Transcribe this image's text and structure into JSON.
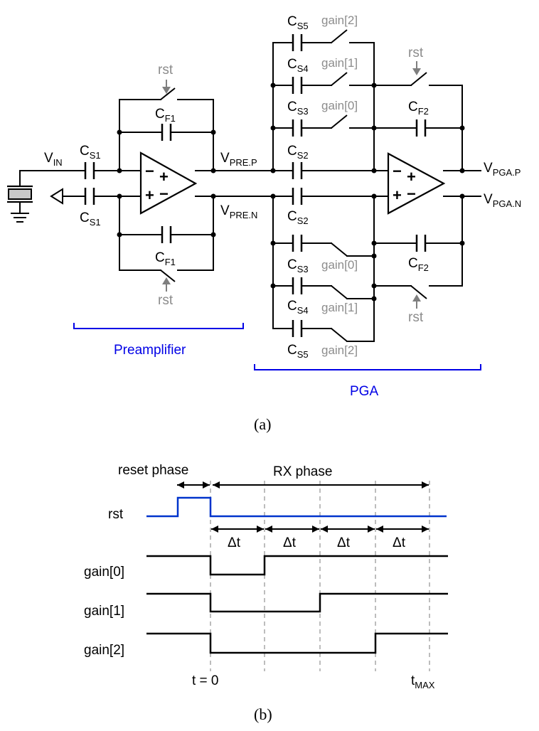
{
  "circuit": {
    "vin_main": "V",
    "vin_sub": "IN",
    "cs1_main": "C",
    "cs1_sub": "S1",
    "cf1_main": "C",
    "cf1_sub": "F1",
    "cf2_main": "C",
    "cf2_sub": "F2",
    "cs2_sub": "S2",
    "cs3_sub": "S3",
    "cs4_sub": "S4",
    "cs5_sub": "S5",
    "vpre_main": "V",
    "vpre_p_sub": "PRE.P",
    "vpre_n_sub": "PRE.N",
    "vpga_main": "V",
    "vpga_p_sub": "PGA.P",
    "vpga_n_sub": "PGA.N",
    "rst": "rst",
    "gain0": "gain[0]",
    "gain1": "gain[1]",
    "gain2": "gain[2]",
    "minus": "−",
    "plus": "+",
    "preamp_label": "Preamplifier",
    "pga_label": "PGA",
    "caption_a": "(a)"
  },
  "timing": {
    "reset_phase": "reset phase",
    "rx_phase": "RX phase",
    "rst": "rst",
    "gain0": "gain[0]",
    "gain1": "gain[1]",
    "gain2": "gain[2]",
    "delta_t": "Δt",
    "t0": "t = 0",
    "tmax_main": "t",
    "tmax_sub": "MAX",
    "caption_b": "(b)"
  },
  "colors": {
    "bracket_blue": "#0000e6",
    "label_gray": "#8c8c8c",
    "rst_signal_blue": "#0033cc",
    "dash_gray": "#bdbdbd"
  }
}
